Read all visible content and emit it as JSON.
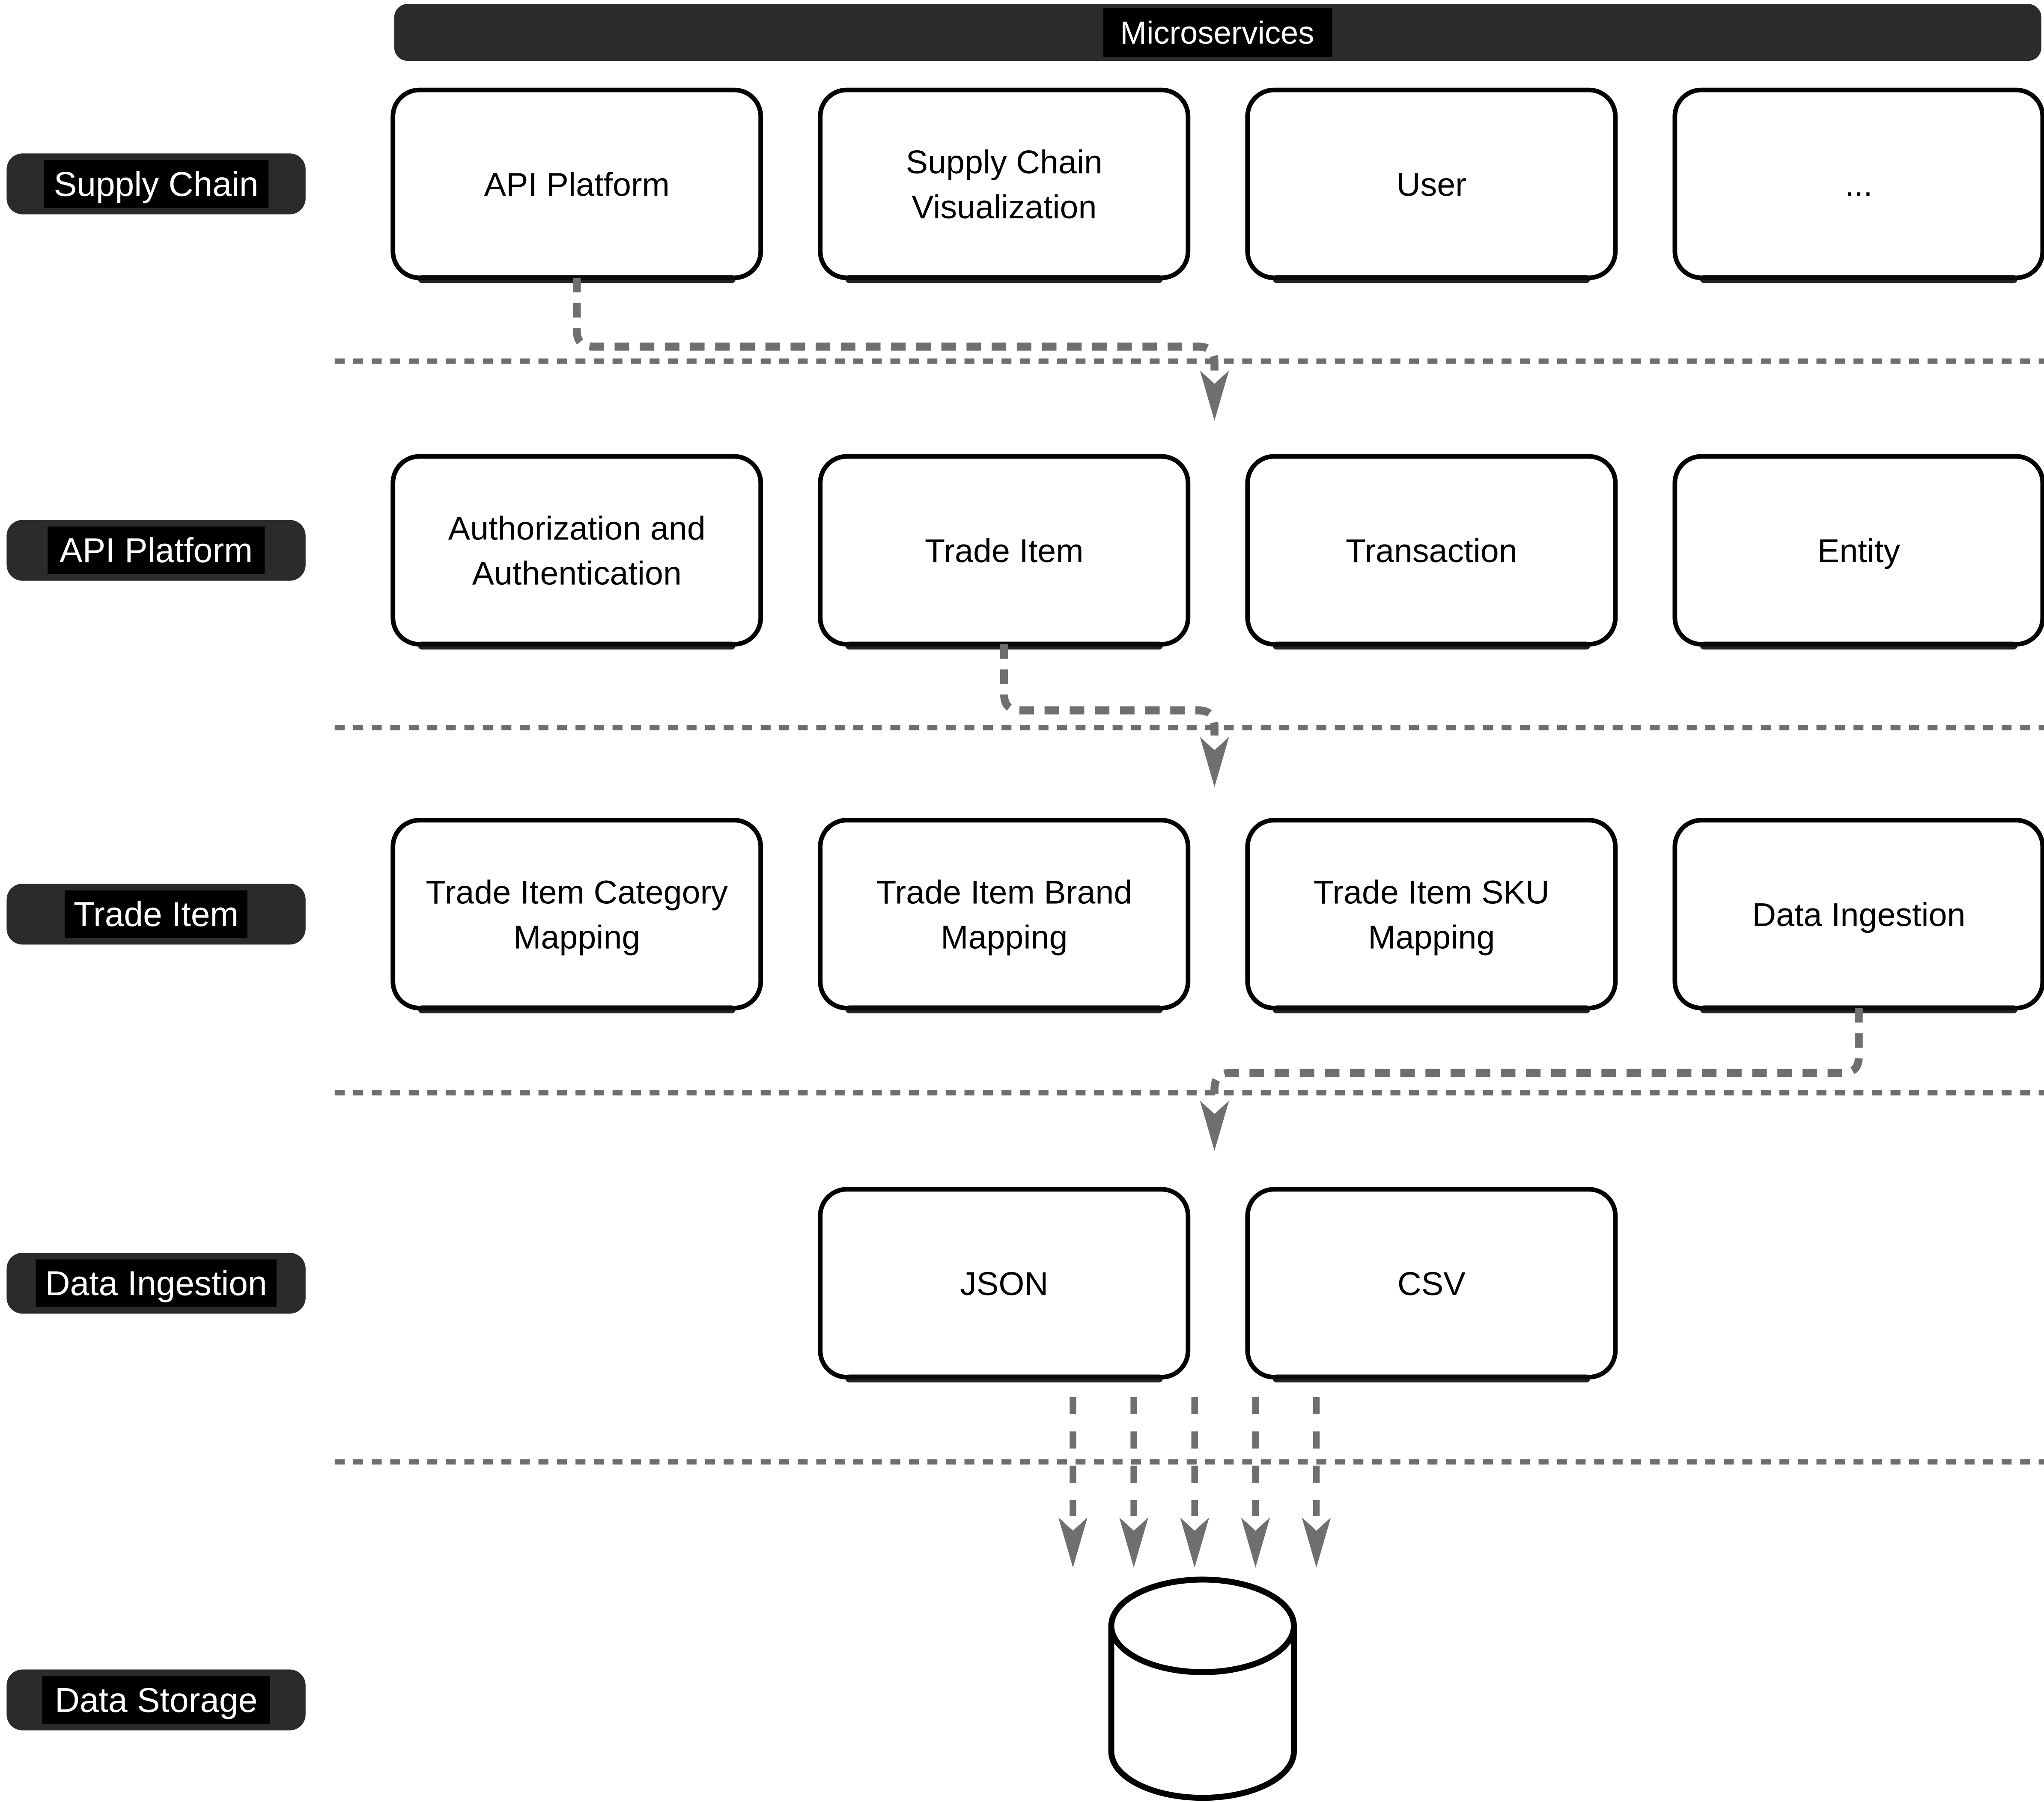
{
  "header": {
    "title": "Microservices"
  },
  "colors": {
    "bar_background": "#2b2b2b",
    "label_highlight": "#000000",
    "label_text": "#ffffff",
    "box_fill": "#ffffff",
    "box_border": "#000000",
    "box_text": "#000000",
    "connector_gray": "#6f6f6f",
    "divider_gray": "#6e6e6e"
  },
  "layers": [
    {
      "label": "Supply Chain",
      "boxes": [
        {
          "lines": [
            "API Platform"
          ]
        },
        {
          "lines": [
            "Supply Chain",
            "Visualization"
          ]
        },
        {
          "lines": [
            "User"
          ]
        },
        {
          "lines": [
            "..."
          ]
        }
      ]
    },
    {
      "label": "API Platform",
      "boxes": [
        {
          "lines": [
            "Authorization and",
            "Authentication"
          ]
        },
        {
          "lines": [
            "Trade Item"
          ]
        },
        {
          "lines": [
            "Transaction"
          ]
        },
        {
          "lines": [
            "Entity"
          ]
        }
      ]
    },
    {
      "label": "Trade Item",
      "boxes": [
        {
          "lines": [
            "Trade Item Category",
            "Mapping"
          ]
        },
        {
          "lines": [
            "Trade Item Brand",
            "Mapping"
          ]
        },
        {
          "lines": [
            "Trade Item SKU",
            "Mapping"
          ]
        },
        {
          "lines": [
            "Data Ingestion"
          ]
        }
      ]
    },
    {
      "label": "Data Ingestion",
      "boxes": [
        {
          "lines": [
            "JSON"
          ]
        },
        {
          "lines": [
            "CSV"
          ]
        }
      ]
    },
    {
      "label": "Data Storage",
      "boxes": []
    }
  ],
  "icons": {
    "data_storage": "database-cylinder-icon",
    "flow": "dashed-arrow-down-icon"
  }
}
